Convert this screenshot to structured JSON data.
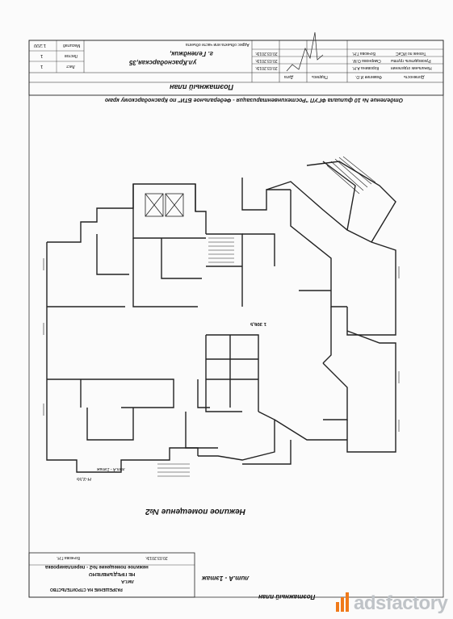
{
  "title_block": {
    "department": "Отделение № 10 филиала ФГУП \"Ростехинвентаризация - Федеральное БТИ\" по Краснодарскому краю",
    "sheet_title": "Поэтажный план",
    "address_label": "Адрес объекта или части объекта",
    "address_line1": "г. Геленджик,",
    "address_line2": "ул.Краснодарская,35",
    "col_position": "Должность",
    "col_name": "Фамилия И.О.",
    "col_signature": "Подпись",
    "col_date": "Дата",
    "rows": [
      {
        "position": "Техник по ИСиС",
        "name": "Бочкова Г.Н.",
        "date": "20.03.2013г."
      },
      {
        "position": "Руководитель группы",
        "name": "Смирнова О.М.",
        "date": "20.03.2013г."
      },
      {
        "position": "Начальник отделения",
        "name": "Коровина А.Н.",
        "date": "20.03.2013г."
      }
    ],
    "scale_label": "Масштаб",
    "scale_value": "1:200",
    "sheet_label": "Лист",
    "sheet_value": "1",
    "sheets_label": "Листов",
    "sheets_value": "1"
  },
  "plan": {
    "premises_label": "Нежилое помещение №2",
    "floor_label": "Поэтажный план",
    "lit_label": "лит.А - 1этаж",
    "height_label": "Н-3,55",
    "lit_floor_small": "лит.А - 1этаж",
    "room_total": "1 306,5"
  },
  "stamp": {
    "line1": "РАЗРЕШЕНИЕ НА СТРОИТЕЛЬСТВО",
    "line2": "лит.А",
    "line3": "НЕ ПРЕДЪЯВЛЕНО",
    "line4": "нежилое помещение №2 - перепланировка",
    "line5": "20.03.2013г.",
    "line6": "Бочкова Г.Н."
  },
  "watermark": {
    "text": "adsfactory",
    "color": "#bfc3c7"
  }
}
